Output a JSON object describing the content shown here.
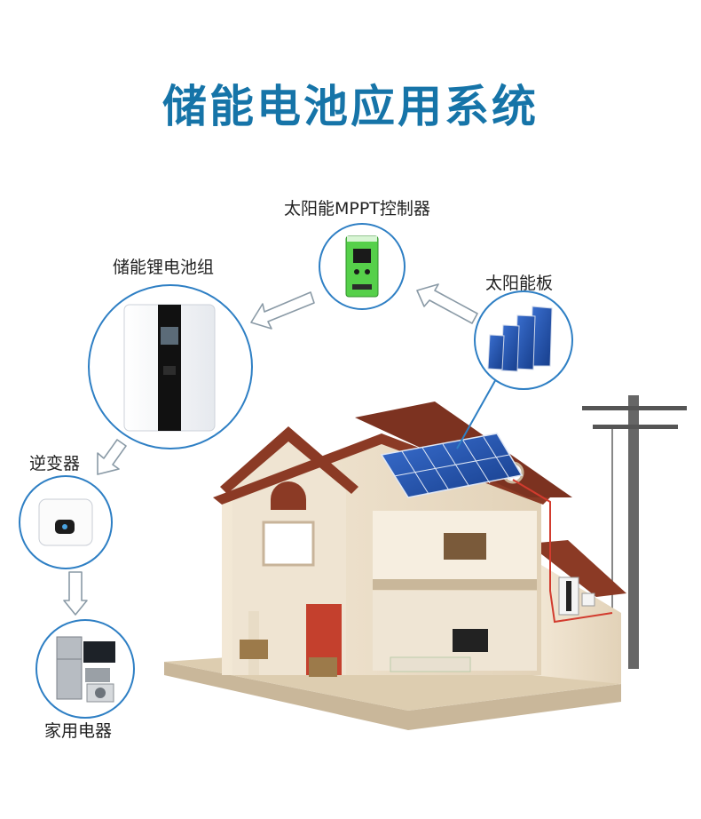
{
  "title": "储能电池应用系统",
  "nodes": {
    "mppt": "太阳能MPPT控制器",
    "battery": "储能锂电池组",
    "panel": "太阳能板",
    "inverter": "逆变器",
    "appliances": "家用电器"
  },
  "colors": {
    "title": "#1674a8",
    "circle_border": "#2e7fc4",
    "arrow_fill": "#ffffff",
    "arrow_stroke": "#8a9aa6",
    "mppt_device": "#56d04a",
    "solar_panel": "#1f4fa8",
    "roof": "#8b3a25",
    "wall": "#efe3d0",
    "wire": "#d23b2e"
  }
}
